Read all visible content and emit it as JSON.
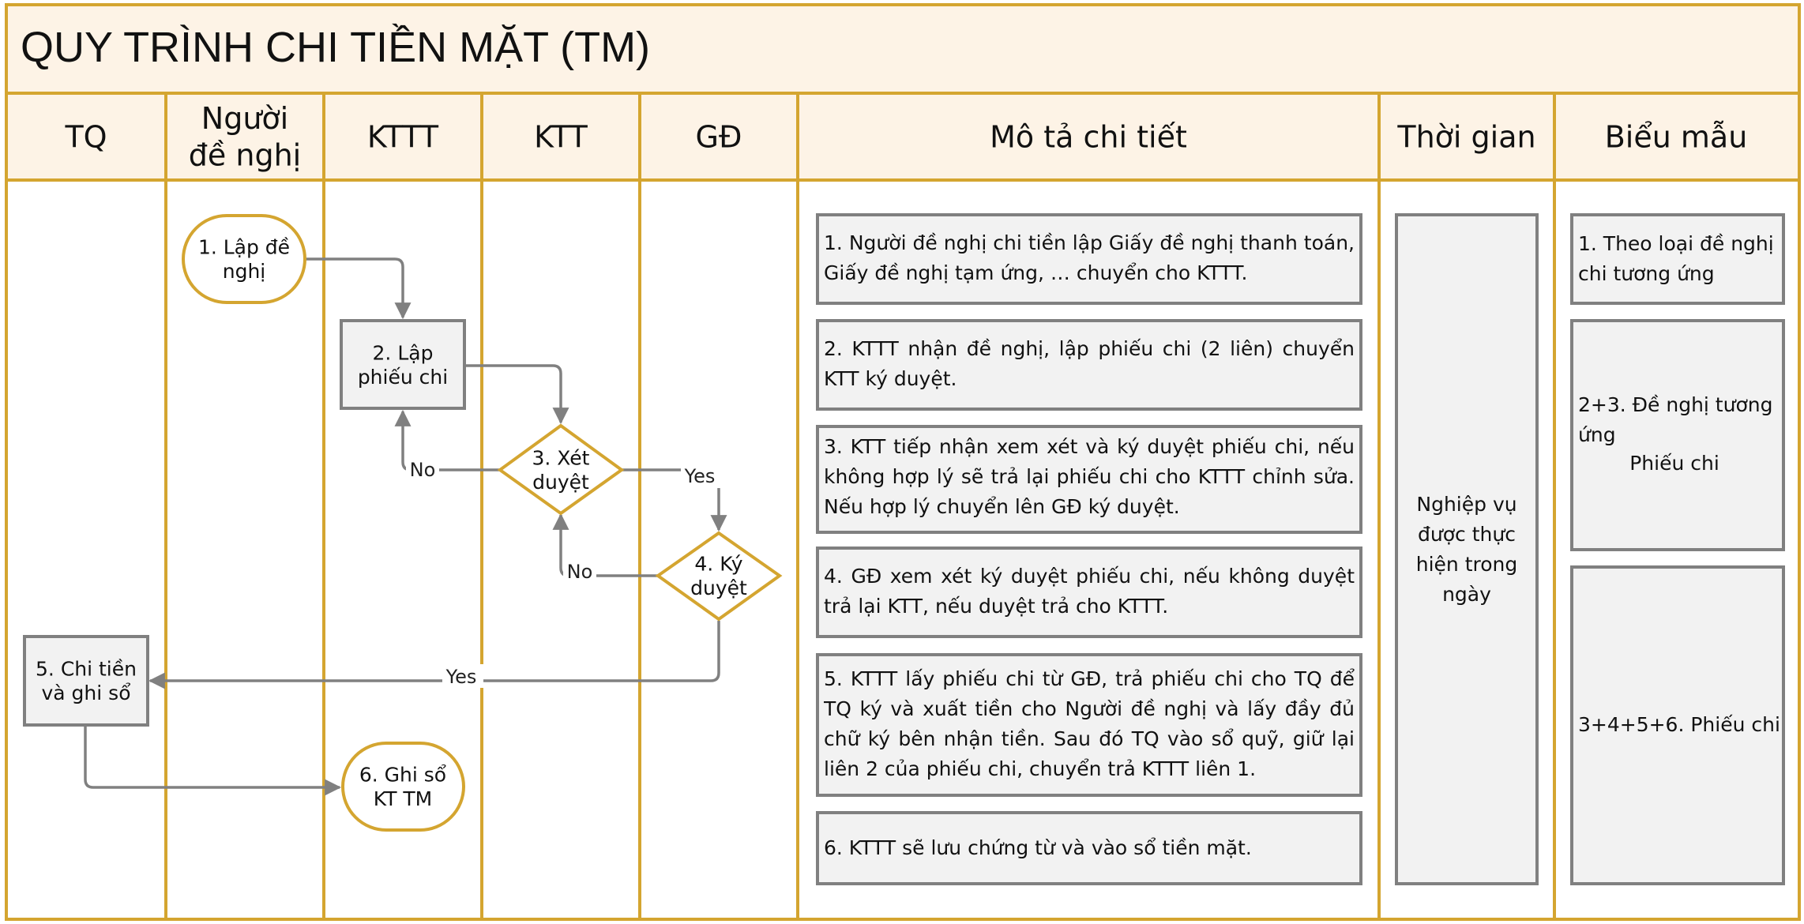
{
  "title": "QUY TRÌNH CHI TIỀN MẶT (TM)",
  "lanes": [
    "TQ",
    "Người\nđề nghị",
    "KTTT",
    "KTT",
    "GĐ"
  ],
  "columns": {
    "description": "Mô tả chi tiết",
    "time": "Thời gian",
    "forms": "Biểu mẫu"
  },
  "nodes": {
    "n1": "1. Lập đề\nnghị",
    "n2": "2. Lập\nphiếu chi",
    "n3": "3. Xét\nduyệt",
    "n4": "4. Ký\nduyệt",
    "n5": "5. Chi tiền\nvà ghi sổ",
    "n6": "6. Ghi sổ\nKT TM"
  },
  "edge_labels": {
    "no_3_to_2": "No",
    "yes_3_to_4": "Yes",
    "no_4_to_3": "No",
    "yes_4_to_5": "Yes"
  },
  "descriptions": [
    "1. Người đề nghị chi tiền lập Giấy đề nghị thanh toán, Giấy đề nghị tạm ứng, … chuyển cho KTTT.",
    "2. KTTT nhận đề nghị, lập phiếu chi (2 liên) chuyển KTT ký duyệt.",
    "3. KTT tiếp nhận xem xét và ký duyệt phiếu chi, nếu không hợp lý sẽ trả lại phiếu chi cho KTTT chỉnh sửa. Nếu hợp lý chuyển lên GĐ ký duyệt.",
    "4. GĐ xem xét ký duyệt phiếu chi, nếu không duyệt trả lại KTT, nếu duyệt trả cho KTTT.",
    "5. KTTT lấy phiếu chi từ GĐ, trả phiếu chi cho TQ để TQ ký và xuất tiền cho Người đề nghị và lấy đầy đủ chữ ký bên nhận tiền. Sau đó TQ vào sổ quỹ, giữ lại liên 2 của phiếu chi, chuyển trả KTTT liên 1.",
    "6. KTTT sẽ lưu chứng từ và vào sổ tiền mặt."
  ],
  "time_text": "Nghiệp vụ\nđược thực\nhiện trong\nngày",
  "forms": [
    "1. Theo loại đề nghị chi tương ứng",
    "2+3. Đề nghị tương ứng",
    "Phiếu chi",
    "3+4+5+6. Phiếu chi"
  ]
}
